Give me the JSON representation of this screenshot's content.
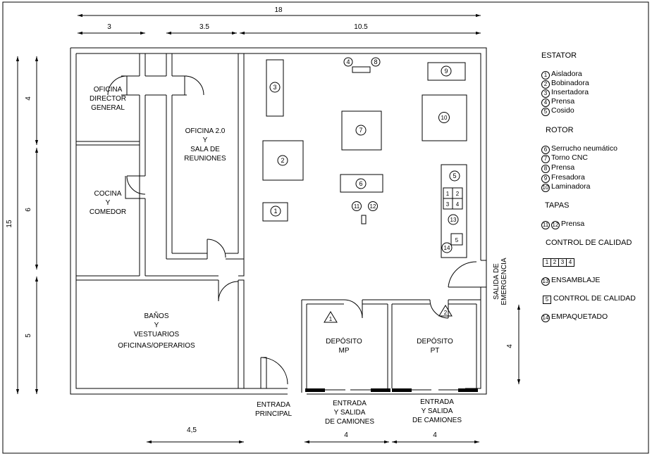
{
  "dimensions": {
    "total_width": "18",
    "seg_left": "3",
    "seg_mid": "3.5",
    "seg_right": "10.5",
    "total_height": "15",
    "h_top": "4",
    "h_mid": "6",
    "h_bottom": "5",
    "bottom_left": "4,5",
    "bottom_mp": "4",
    "bottom_pt": "4",
    "right_exit": "4"
  },
  "rooms": {
    "director": [
      "OFICINA",
      "DIRECTOR",
      "GENERAL"
    ],
    "kitchen": [
      "COCINA",
      "Y",
      "COMEDOR"
    ],
    "office2": [
      "OFICINA 2.0",
      "Y",
      "SALA DE",
      "REUNIONES"
    ],
    "baths": [
      "BAÑOS",
      "Y",
      "VESTUARIOS",
      "OFICINAS/OPERARIOS"
    ],
    "deposit_mp": [
      "DEPÓSITO",
      "MP"
    ],
    "deposit_pt": [
      "DEPÓSITO",
      "PT"
    ]
  },
  "doors": {
    "main_entrance": [
      "ENTRADA",
      "PRINCIPAL"
    ],
    "trucks_1": [
      "ENTRADA",
      "Y SALIDA",
      "DE CAMIONES"
    ],
    "trucks_2": [
      "ENTRADA",
      "Y SALIDA",
      "DE CAMIONES"
    ],
    "emergency": [
      "SALIDA DE",
      "EMERGENCIA"
    ]
  },
  "machines": {
    "m1": "1",
    "m2": "2",
    "m3": "3",
    "m4": "4",
    "m5": "5",
    "m6": "6",
    "m7": "7",
    "m8": "8",
    "m9": "9",
    "m10": "10",
    "m11": "11",
    "m12": "12",
    "m13": "13",
    "m14": "14",
    "q1": "1",
    "q2": "2",
    "q3": "3",
    "q4": "4",
    "q5": "5",
    "tri1": "1",
    "tri2": "2"
  },
  "legend": {
    "estator_title": "ESTATOR",
    "estator": [
      {
        "n": "1",
        "label": "Aisladora"
      },
      {
        "n": "2",
        "label": "Bobinadora"
      },
      {
        "n": "3",
        "label": "Insertadora"
      },
      {
        "n": "4",
        "label": "Prensa"
      },
      {
        "n": "5",
        "label": "Cosido"
      }
    ],
    "rotor_title": "ROTOR",
    "rotor": [
      {
        "n": "6",
        "label": "Serrucho neumático"
      },
      {
        "n": "7",
        "label": "Torno CNC"
      },
      {
        "n": "8",
        "label": "Prensa"
      },
      {
        "n": "9",
        "label": "Fresadora"
      },
      {
        "n": "10",
        "label": "Laminadora"
      }
    ],
    "tapas_title": "TAPAS",
    "tapas_n1": "11",
    "tapas_n2": "12",
    "tapas_label": "Prensa",
    "qc_title": "CONTROL DE CALIDAD",
    "qc_boxes": [
      "1",
      "2",
      "3",
      "4"
    ],
    "assembly_n": "13",
    "assembly_label": "ENSAMBLAJE",
    "qc_n": "5",
    "qc_label": "CONTROL DE CALIDAD",
    "pack_n": "14",
    "pack_label": "EMPAQUETADO"
  }
}
